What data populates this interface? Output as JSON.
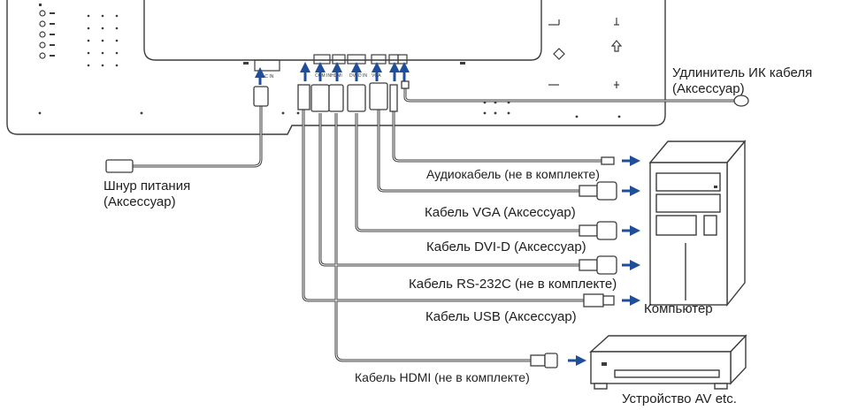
{
  "labels": {
    "ir_cable_line1": "Удлинитель ИК кабеля",
    "ir_cable_line2": "(Аксессуар)",
    "power_cord_line1": "Шнур питания",
    "power_cord_line2": "(Аксессуар)",
    "audio_cable": "Аудиокабель (не в комплекте)",
    "vga_cable": "Кабель VGA (Аксессуар)",
    "dvi_cable": "Кабель DVI-D (Аксессуар)",
    "rs232_cable": "Кабель RS-232C (не в комплекте)",
    "usb_cable": "Кабель USB (Аксессуар)",
    "hdmi_cable": "Кабель HDMI (не в комплекте)",
    "computer": "Компьютер",
    "av_device": "Устройство AV etc."
  },
  "port_labels": {
    "ac_in": "AC IN",
    "com": "COM IN",
    "hdmi": "HDMI",
    "dvi": "DVI-D IN",
    "vga": "VGA"
  },
  "colors": {
    "line": "#3c3c3c",
    "arrow": "#1f4e9a",
    "text": "#1e1e1e"
  }
}
